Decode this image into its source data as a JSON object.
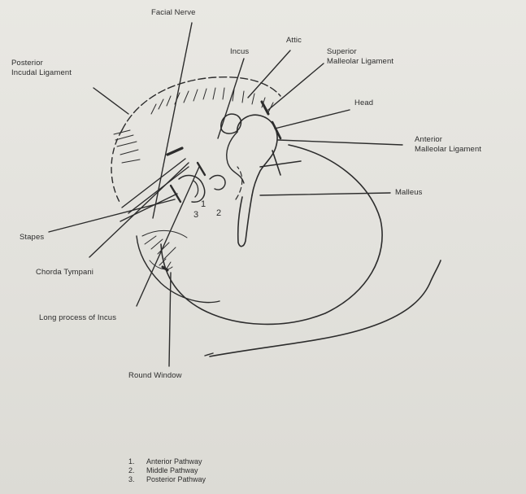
{
  "labels": {
    "facial_nerve": "Facial Nerve",
    "attic": "Attic",
    "incus": "Incus",
    "superior_malleolar_ligament": "Superior\nMalleolar Ligament",
    "posterior_incudal_ligament": "Posterior\nIncudal Ligament",
    "head": "Head",
    "anterior_malleolar_ligament": "Anterior\nMalleolar Ligament",
    "malleus": "Malleus",
    "stapes": "Stapes",
    "chorda_tympani": "Chorda Tympani",
    "long_process_of_incus": "Long process of Incus",
    "round_window": "Round Window"
  },
  "pathway_numbers": [
    "1",
    "2",
    "3"
  ],
  "legend": [
    {
      "num": "1.",
      "text": "Anterior Pathway"
    },
    {
      "num": "2.",
      "text": "Middle Pathway"
    },
    {
      "num": "3.",
      "text": "Posterior Pathway"
    }
  ],
  "colors": {
    "ink": "#2c2c2c",
    "paper": "#e4e3de"
  }
}
